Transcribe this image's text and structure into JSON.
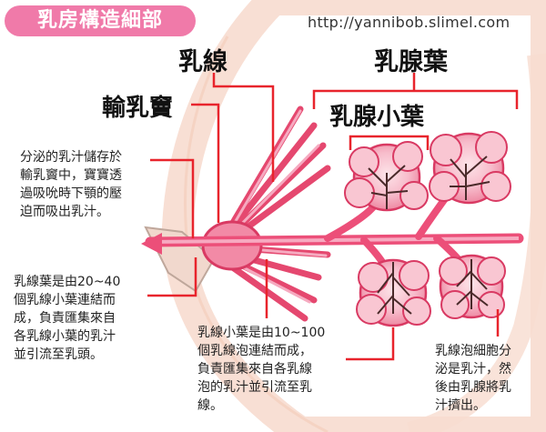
{
  "header": {
    "title": "乳房構造細部",
    "url": "http://yannibob.slimel.com"
  },
  "labels": {
    "milk_duct": "乳線",
    "mammary_lobe": "乳腺葉",
    "ampulla": "輸乳竇",
    "lobule": "乳腺小葉"
  },
  "notes": {
    "ampulla": [
      "分泌的乳汁儲存於",
      "輸乳竇中，寶寶透",
      "過吸吮時下顎的壓",
      "迫而吸出乳汁。"
    ],
    "lobe": [
      "乳線葉是由20~40",
      "個乳線小葉連結而",
      "成，負責匯集來自",
      "各乳線小葉的乳汁",
      "並引流至乳頭。"
    ],
    "lobule": [
      "乳線小葉是由10~100",
      "個乳線泡連結而成，",
      "負責匯集來自各乳線",
      "泡的乳汁並引流至乳",
      "線。"
    ],
    "alveolus": [
      "乳線泡細胞分",
      "泌是乳汁，然",
      "後由乳腺將乳",
      "汁擠出。"
    ]
  },
  "colors": {
    "badge": "#f07aa9",
    "pointer": "#e8242c",
    "duct": "#ec4f79",
    "lobule_fill": "#f6b7c4",
    "skin": "#f7dccf"
  }
}
